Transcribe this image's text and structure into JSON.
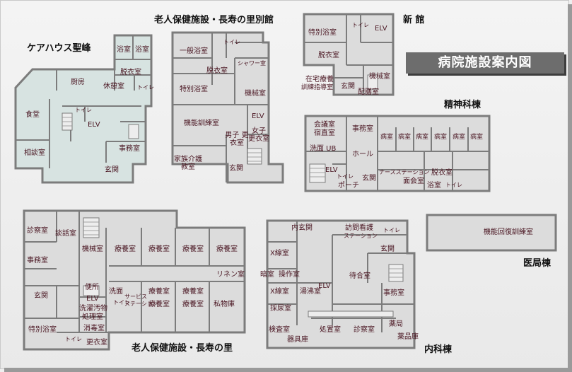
{
  "main_title": "病院施設案内図",
  "building_titles": {
    "care_house": "ケアハウス聖峰",
    "satobetsukan": "老人保健施設・長寿の里別館",
    "shinkan": "新 館",
    "seishin": "精神科棟",
    "ikyoku": "医局棟",
    "naika": "内科棟",
    "choju_no_sato": "老人保健施設・長寿の里"
  },
  "care_house_rooms": {
    "bath1": "浴室",
    "bath2": "浴室",
    "changing": "脱衣室",
    "kitchen": "厨房",
    "rest": "休憩室",
    "toilet": "トイレ",
    "toilet2": "トイレ",
    "dining": "食堂",
    "elv": "ELV",
    "office": "事務室",
    "consult": "相談室",
    "entrance": "玄関"
  },
  "betsukan_rooms": {
    "general_bath": "一般浴室",
    "toilet": "トイレ",
    "changing": "脱衣室",
    "shower": "シャワー室",
    "special_bath": "特別浴室",
    "machine": "機械室",
    "training": "機能訓練室",
    "elv": "ELV",
    "men_changing": "男子 更衣室",
    "women_changing": "女子 更衣室",
    "family_class": "家族介護 教室",
    "entrance": "玄関"
  },
  "shinkan_rooms": {
    "special_bath": "特別浴室",
    "toilet": "トイレ",
    "elv": "ELV",
    "changing": "脱衣室",
    "machine": "機械室",
    "home_care_1": "在宅療養",
    "home_care_2": "訓練指導室",
    "entrance": "玄関",
    "distribution": "配膳室"
  },
  "seishin_rooms": {
    "meeting_1": "会議室",
    "meeting_2": "宿直室",
    "office": "事務室",
    "wash_ub": "洗面 UB",
    "hall": "ホール",
    "ward1": "病室",
    "ward2": "病室",
    "ward3": "病室",
    "ward4": "病室",
    "ward5": "病室",
    "ward6": "病室",
    "elv": "ELV",
    "toilet": "トイレ",
    "porch": "ポーチ",
    "entrance": "玄関",
    "nurse": "ナースステーション",
    "visit": "面会室",
    "changing": "脱衣室",
    "bath": "浴室",
    "toilet2": "トイレ"
  },
  "ikyoku_rooms": {
    "rehab": "機能回復訓練室"
  },
  "naika_rooms": {
    "inner_entrance": "内玄関",
    "visiting_1": "訪問看護",
    "visiting_2": "ステーション",
    "toilet": "トイレ",
    "xray1": "X線室",
    "entrance": "玄関",
    "dark": "暗室",
    "control": "操作室",
    "boiling": "湯沸室",
    "elv": "ELV",
    "waiting": "待合室",
    "xray2": "X線室",
    "urine": "採尿室",
    "office": "事務室",
    "lab": "検査室",
    "treatment": "処置室",
    "exam": "診察室",
    "pharmacy": "薬局",
    "drug_storage": "薬品庫",
    "equipment": "器具庫"
  },
  "choju_rooms": {
    "exam": "診察室",
    "talk": "談話室",
    "office": "事務室",
    "machine": "機械室",
    "care1": "療養室",
    "care2": "療養室",
    "care3": "療養室",
    "care4": "療養室",
    "care5": "療養室",
    "care6": "療養室",
    "care7": "療養室",
    "care8": "療養室",
    "linen": "リネン室",
    "entrance": "玄関",
    "toilet_b": "便所",
    "elv": "ELV",
    "wash": "洗面",
    "service_1": "サービス",
    "service_2": "ステーション",
    "toilet": "トイレ",
    "dirty_1": "洗濯汚物",
    "dirty_2": "処理室",
    "disinfect": "消毒室",
    "private_storage": "私物庫",
    "special_bath": "特別浴室",
    "toilet2": "トイレ",
    "changing": "更衣室"
  },
  "colors": {
    "background": "#efefef",
    "floor": "#dcdcdc",
    "care_house_floor": "#d7e3e1",
    "wall": "#7c7c7c",
    "room_label": "#4a1622",
    "title_bg": "#6d6d6d",
    "title_text": "#ffffff"
  }
}
